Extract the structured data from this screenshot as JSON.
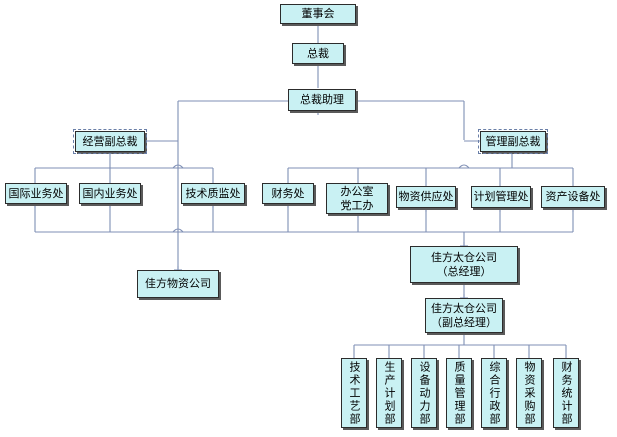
{
  "nodes": {
    "board": "董事会",
    "president": "总裁",
    "assistant": "总裁助理",
    "vp_operations": "经营副总裁",
    "vp_management": "管理副总裁",
    "intl_business": "国际业务处",
    "domestic_business": "国内业务处",
    "tech_quality": "技术质监处",
    "finance": "财务处",
    "office_line1": "办公室",
    "office_line2": "党工办",
    "materials_supply": "物资供应处",
    "planning": "计划管理处",
    "assets_equipment": "资产设备处",
    "materials_company": "佳方物资公司",
    "taicang_gm_line1": "佳方太仓公司",
    "taicang_gm_line2": "（总经理）",
    "taicang_dgm_line1": "佳方太仓公司",
    "taicang_dgm_line2": "（副总经理）"
  },
  "departments": [
    "技术工艺部",
    "生产计划部",
    "设备动力部",
    "质量管理部",
    "综合行政部",
    "物资采购部",
    "财务统计部"
  ],
  "colors": {
    "box_fill": "#c9f1f3",
    "box_border": "#2c2c2c",
    "connector": "#7f8fb5"
  }
}
